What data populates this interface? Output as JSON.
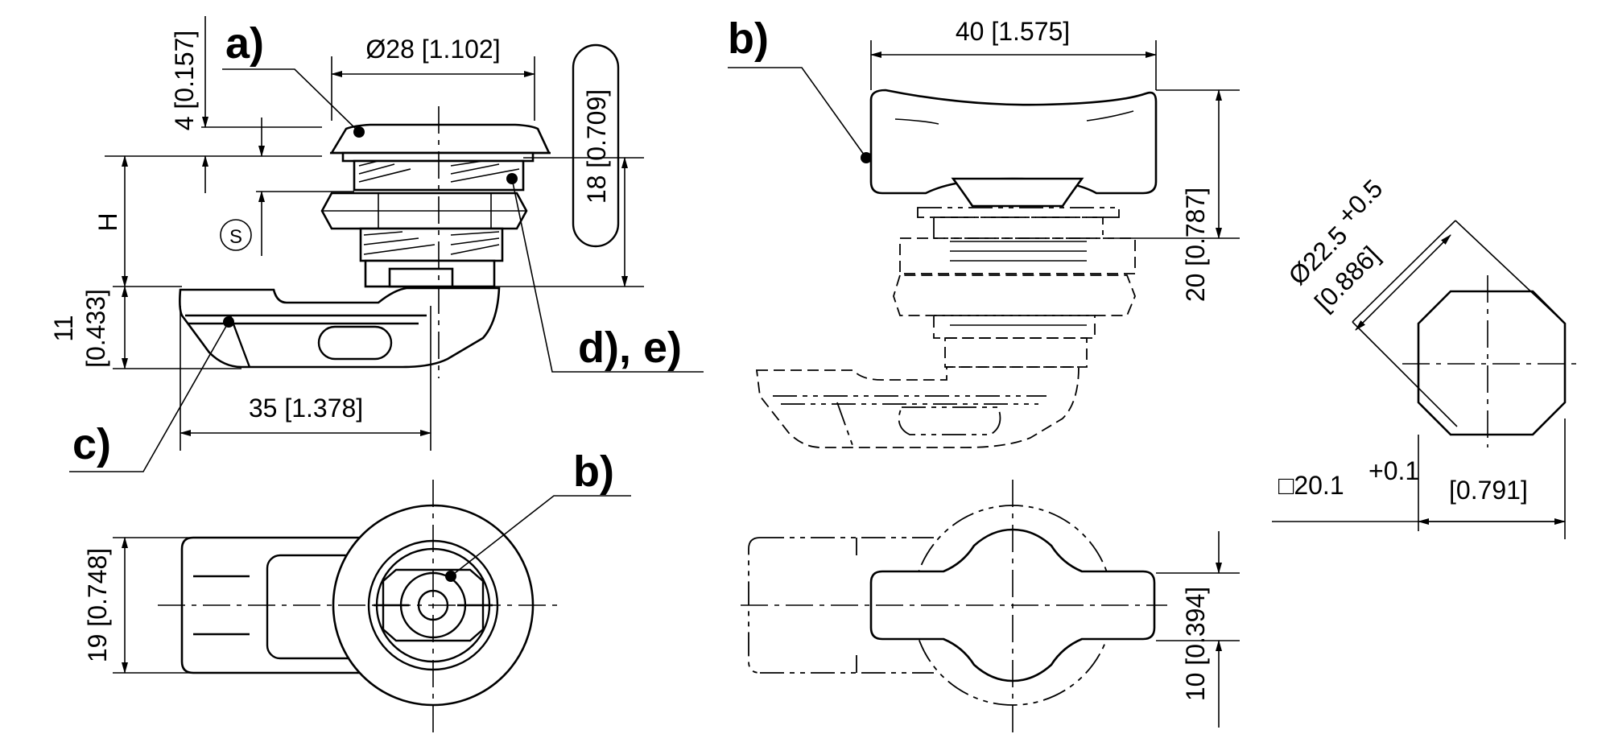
{
  "callouts": {
    "a_top_left": "a)",
    "b_top_right": "b)",
    "b_bottom_left": "b)",
    "c_left": "c)",
    "de_left": "d), e)"
  },
  "dimensions": {
    "head_diameter": "Ø28 [1.102]",
    "head_height": "4 [0.157]",
    "thread_length": "18 [0.709]",
    "h_label": "H",
    "s_symbol": "S",
    "cam_height": "11\n[0.433]",
    "cam_height_top": "11",
    "cam_height_bottom": "[0.433]",
    "cam_length": "35 [1.378]",
    "cam_width": "19 [0.748]",
    "wing_width": "40 [1.575]",
    "wing_height": "20 [0.787]",
    "wing_thickness": "10 [0.394]",
    "cutout_diameter_main": "Ø22.5",
    "cutout_diameter_tol": "+0.5",
    "cutout_diameter_inch": "[0.886]",
    "cutout_square_main": "□20.1",
    "cutout_square_tol": "+0.1",
    "cutout_square_inch": "[0.791]"
  }
}
